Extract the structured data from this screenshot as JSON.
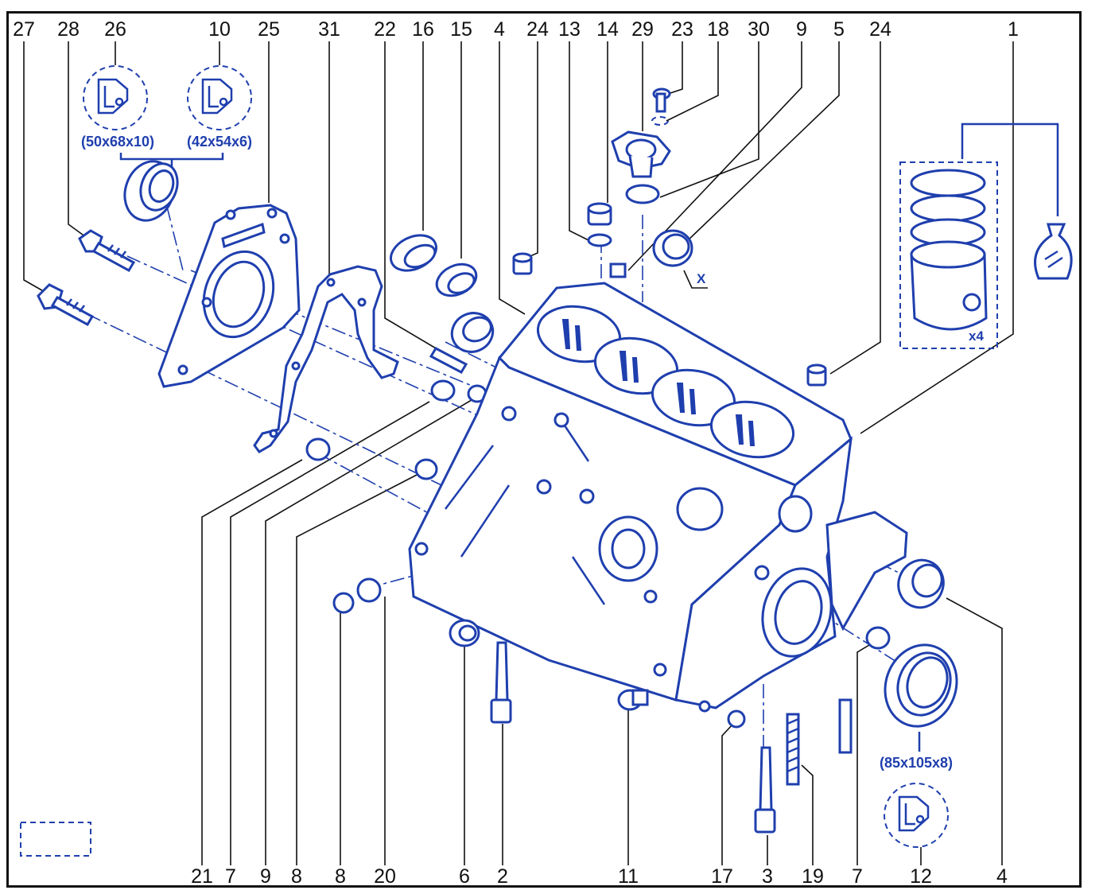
{
  "callouts_top": [
    "27",
    "28",
    "26",
    "10",
    "25",
    "31",
    "22",
    "16",
    "15",
    "4",
    "24",
    "13",
    "14",
    "29",
    "23",
    "18",
    "30",
    "9",
    "5",
    "24",
    "1"
  ],
  "callouts_bottom": [
    "21",
    "7",
    "9",
    "8",
    "8",
    "20",
    "6",
    "2",
    "11",
    "17",
    "3",
    "19",
    "7",
    "12",
    "4"
  ],
  "seal_sizes": {
    "seal_26": "(50x68x10)",
    "seal_10": "(42x54x6)",
    "seal_12": "(85x105x8)"
  },
  "labels": {
    "piston_qty": "x4",
    "view_x": "X"
  },
  "colors": {
    "ink": "#1f3fae",
    "frame": "#111111"
  }
}
